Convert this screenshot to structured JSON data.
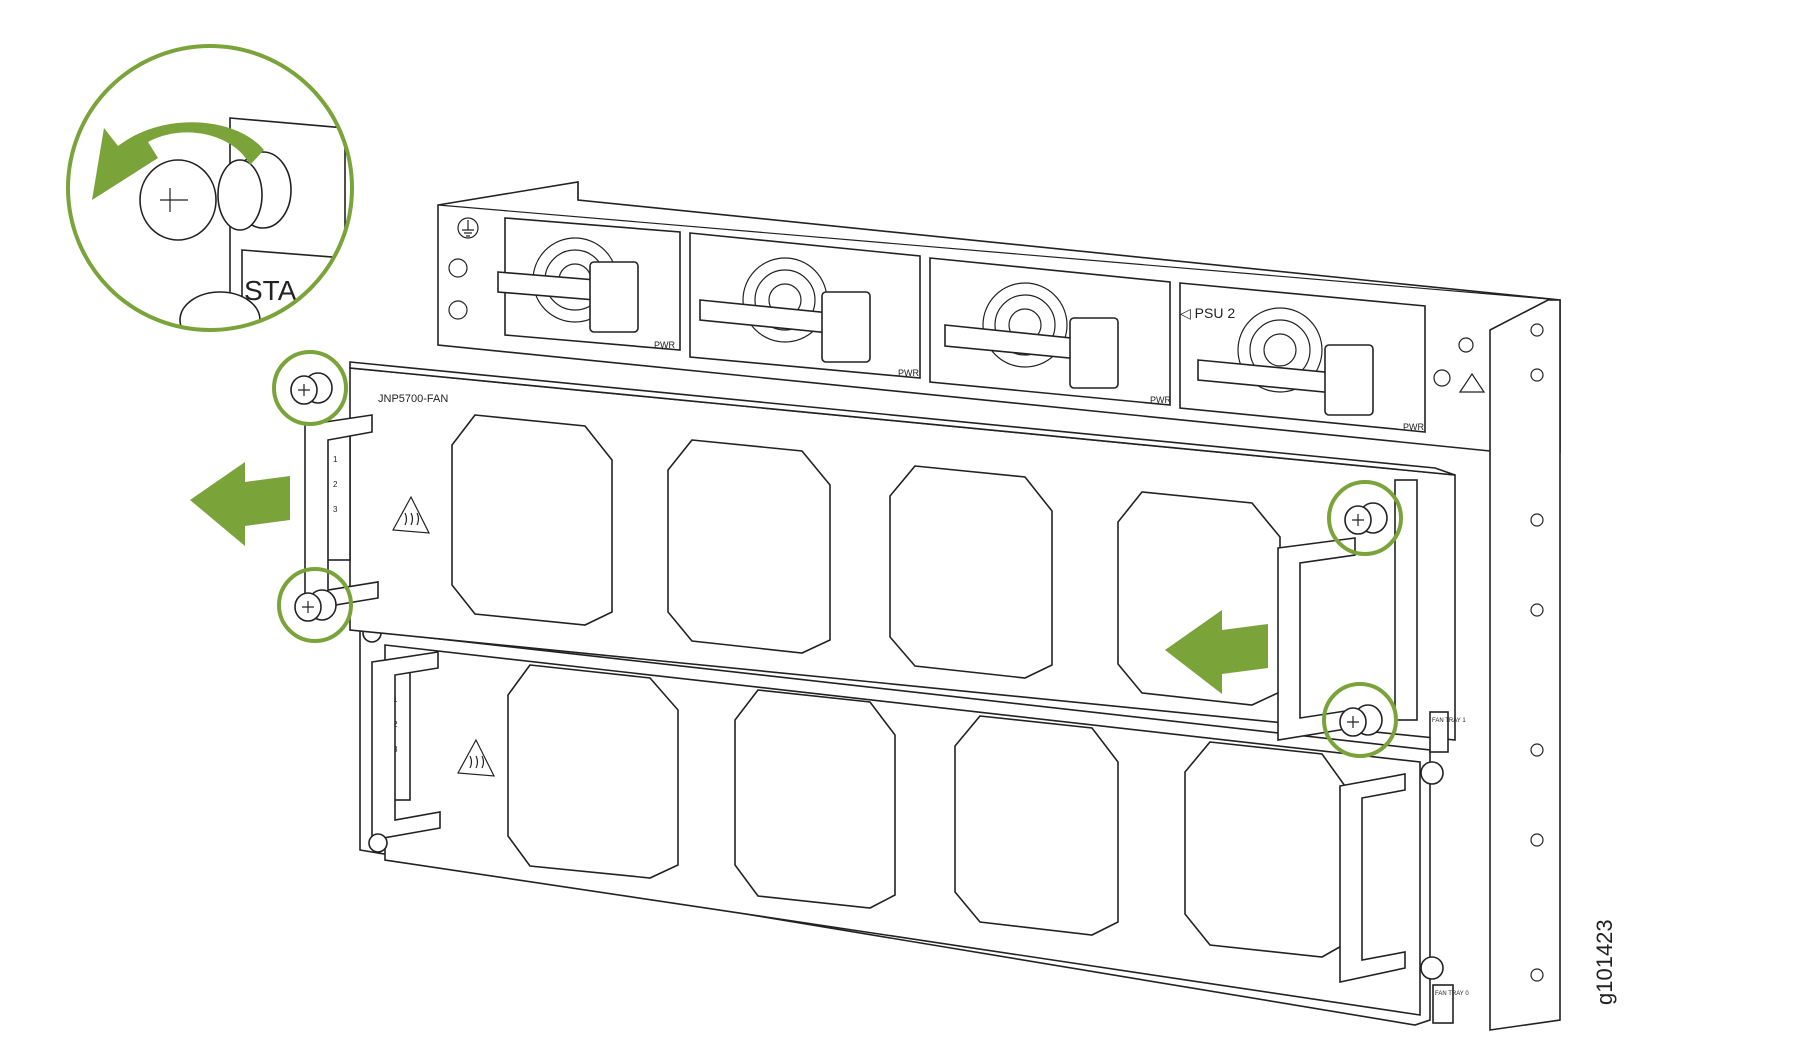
{
  "figure_id": "g101423",
  "module_label": "JNP5700-FAN",
  "psu_label": "◁ PSU 2",
  "pwr_label": "PWR",
  "fan_tray_labels": [
    "FAN TRAY 1",
    "FAN TRAY 0"
  ],
  "led_labels": [
    "1",
    "2",
    "3"
  ],
  "detail_text": "STA",
  "colors": {
    "accent": "#7aa33a",
    "outline": "#222222",
    "panel": "#ffffff"
  },
  "icons": [
    "captive-screw-icon",
    "counterclockwise-rotation-arrow-icon",
    "removal-direction-arrow-icon",
    "hot-surface-warning-icon",
    "ground-symbol-icon",
    "esd-warning-icon"
  ]
}
